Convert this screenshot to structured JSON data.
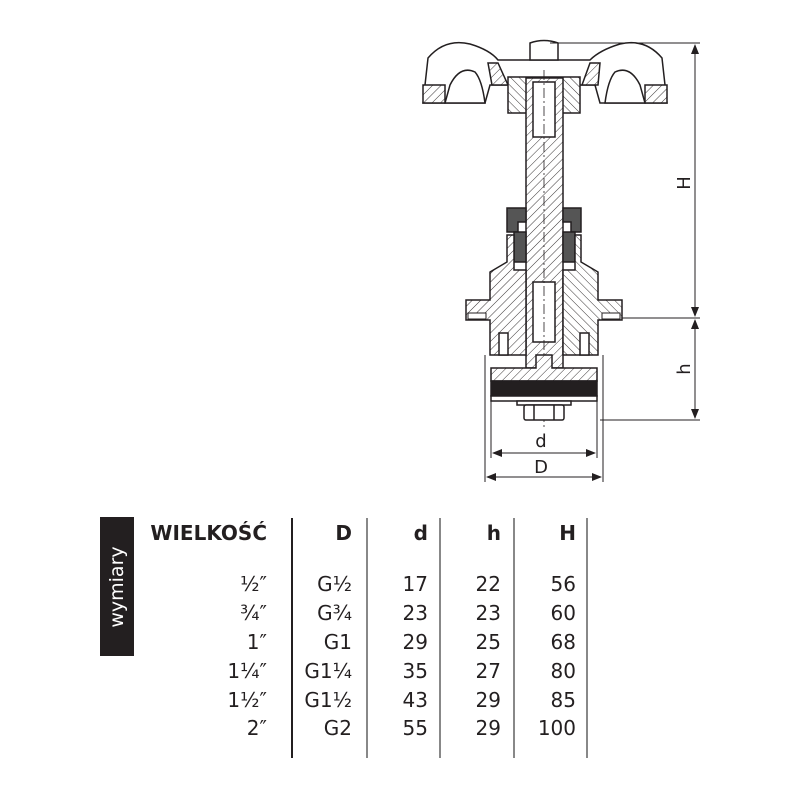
{
  "drawing": {
    "dimension_labels": {
      "H": "H",
      "h": "h",
      "d": "d",
      "D": "D"
    }
  },
  "table": {
    "side_label": "wymiary",
    "headers": [
      "WIELKOŚĆ",
      "D",
      "d",
      "h",
      "H"
    ],
    "rows": [
      [
        "½″",
        "G½",
        "17",
        "22",
        "56"
      ],
      [
        "¾″",
        "G¾",
        "23",
        "23",
        "60"
      ],
      [
        "1″",
        "G1",
        "29",
        "25",
        "68"
      ],
      [
        "1¼″",
        "G1¼",
        "35",
        "27",
        "80"
      ],
      [
        "1½″",
        "G1½",
        "43",
        "29",
        "85"
      ],
      [
        "2″",
        "G2",
        "55",
        "29",
        "100"
      ]
    ]
  }
}
